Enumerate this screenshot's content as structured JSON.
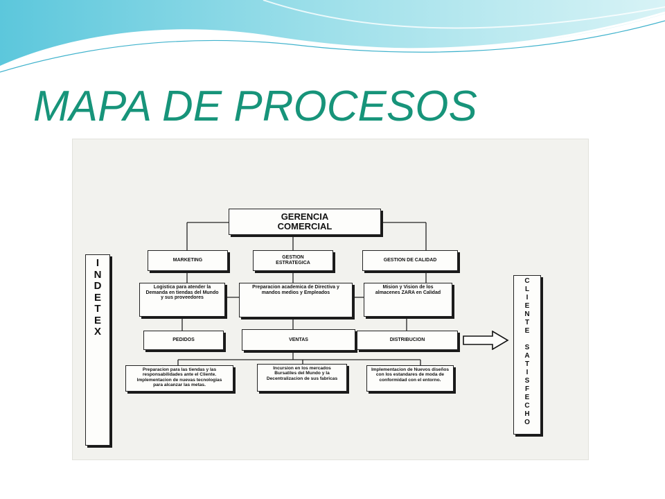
{
  "slide": {
    "title": "MAPA DE PROCESOS",
    "accent_color": "#17947a"
  },
  "diagram": {
    "top": "GERENCIA COMERCIAL",
    "areas": [
      "MARKETING",
      "GESTION ESTRATEGICA",
      "GESTION DE CALIDAD"
    ],
    "descriptions": [
      "Logistica para atender la Demanda en tiendas del Mundo y sus proveedores",
      "Preparacion academica de Directiva y mandos medios y Empleados",
      "Mision y Vision de los almacenes ZARA en Calidad"
    ],
    "processes": [
      "PEDIDOS",
      "VENTAS",
      "DISTRIBUCION"
    ],
    "outcomes": [
      "Preparacion para las tiendas y las responsabilidades ante el Cliente. Implementacion de nuevas tecnologias para alcanzar las metas.",
      "Incursion en los mercados Bursatiles del Mundo y la Decentralizacion de sus fabricas",
      "Implementacion de Nuevos diseños con los estandares de moda de conformidad con el entorno."
    ],
    "left_label": [
      "I",
      "N",
      "D",
      "E",
      "T",
      "E",
      "X"
    ],
    "right_label": [
      "C",
      "L",
      "I",
      "E",
      "N",
      "T",
      "E",
      "",
      "S",
      "A",
      "T",
      "I",
      "S",
      "F",
      "E",
      "C",
      "H",
      "O"
    ]
  }
}
